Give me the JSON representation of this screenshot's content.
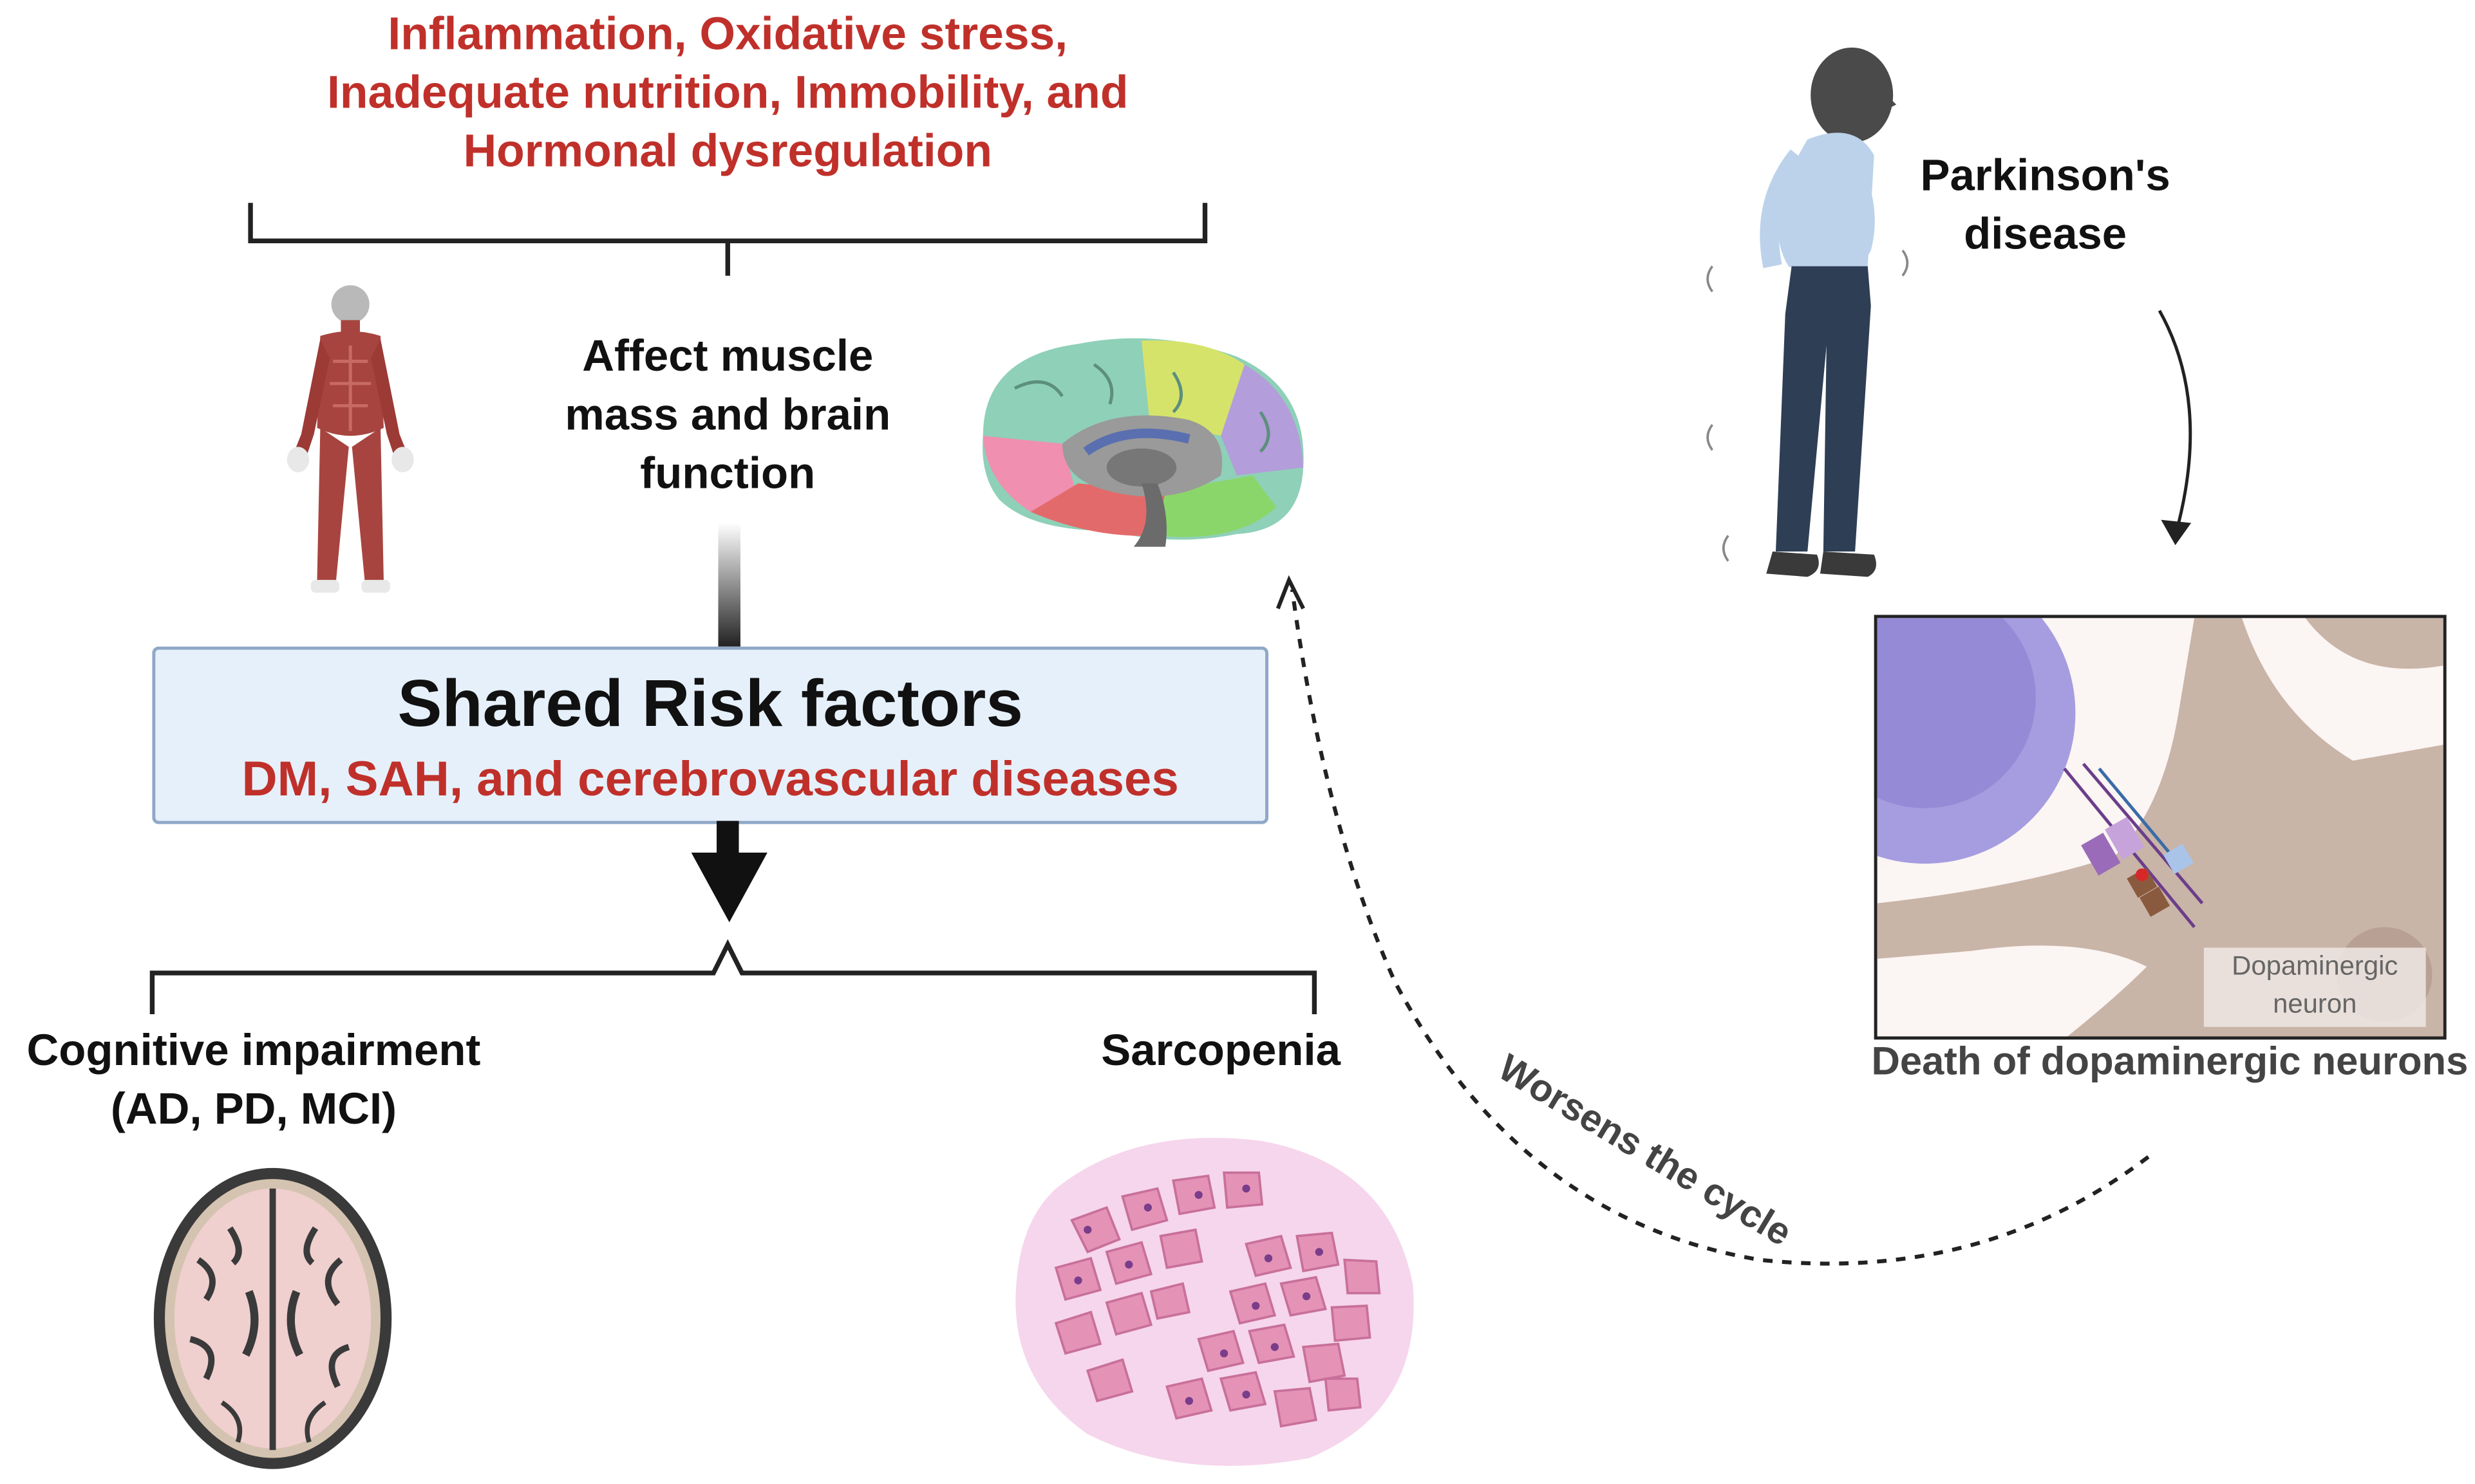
{
  "top_factors": {
    "line1": "Inflammation, Oxidative stress,",
    "line2": "Inadequate nutrition, Immobility, and",
    "line3": "Hormonal dysregulation"
  },
  "effect": {
    "line1": "Affect muscle",
    "line2": "mass and brain",
    "line3": "function"
  },
  "shared_box": {
    "title": "Shared Risk factors",
    "subtitle": "DM, SAH, and cerebrovascular diseases"
  },
  "outcomes": {
    "cognitive_line1": "Cognitive impairment",
    "cognitive_line2": "(AD, PD, MCI)",
    "sarcopenia": "Sarcopenia"
  },
  "parkinsons": {
    "line1": "Parkinson's",
    "line2": "disease"
  },
  "neuron_panel": {
    "label_line1": "Dopaminergic",
    "label_line2": "neuron",
    "caption": "Death of dopaminergic neurons"
  },
  "cycle_label": "Worsens the cycle",
  "colors": {
    "red_text": "#c0302a",
    "box_fill": "#e6f0fa",
    "box_border": "#8fa8c8"
  }
}
